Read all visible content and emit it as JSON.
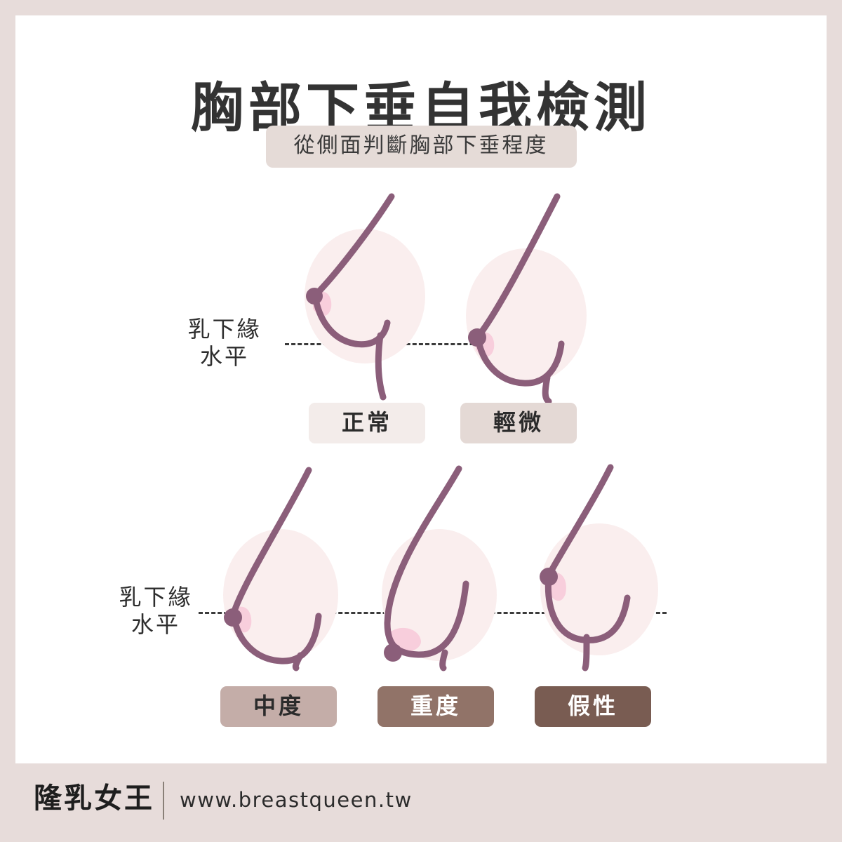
{
  "header": {
    "title": "胸部下垂自我檢測",
    "subtitle": "從側面判斷胸部下垂程度"
  },
  "axis": {
    "label_line1": "乳下緣",
    "label_line2": "水平"
  },
  "rows": [
    {
      "name": "row-1",
      "items": [
        {
          "key": "normal",
          "label": "正常",
          "bg": "#F3ECEA",
          "fg": "#2B2B2B"
        },
        {
          "key": "mild",
          "label": "輕微",
          "bg": "#E4D9D5",
          "fg": "#2B2B2B"
        }
      ]
    },
    {
      "name": "row-2",
      "items": [
        {
          "key": "moderate",
          "label": "中度",
          "bg": "#C4ADA8",
          "fg": "#2B2B2B"
        },
        {
          "key": "severe",
          "label": "重度",
          "bg": "#917368",
          "fg": "#FFFFFF"
        },
        {
          "key": "pseudo",
          "label": "假性",
          "bg": "#795C52",
          "fg": "#FFFFFF"
        }
      ]
    }
  ],
  "footer": {
    "brand": "隆乳女王",
    "site": "www.breastqueen.tw"
  },
  "colors": {
    "page_frame": "#E7DCDA",
    "card": "#FFFFFF",
    "stroke": "#8B5E7A",
    "blob": "#FAEEEE",
    "areola": "#F8CEDC",
    "dash": "#3B3B3B",
    "title": "#333333",
    "subtitle_bg": "#E5DBD7"
  }
}
